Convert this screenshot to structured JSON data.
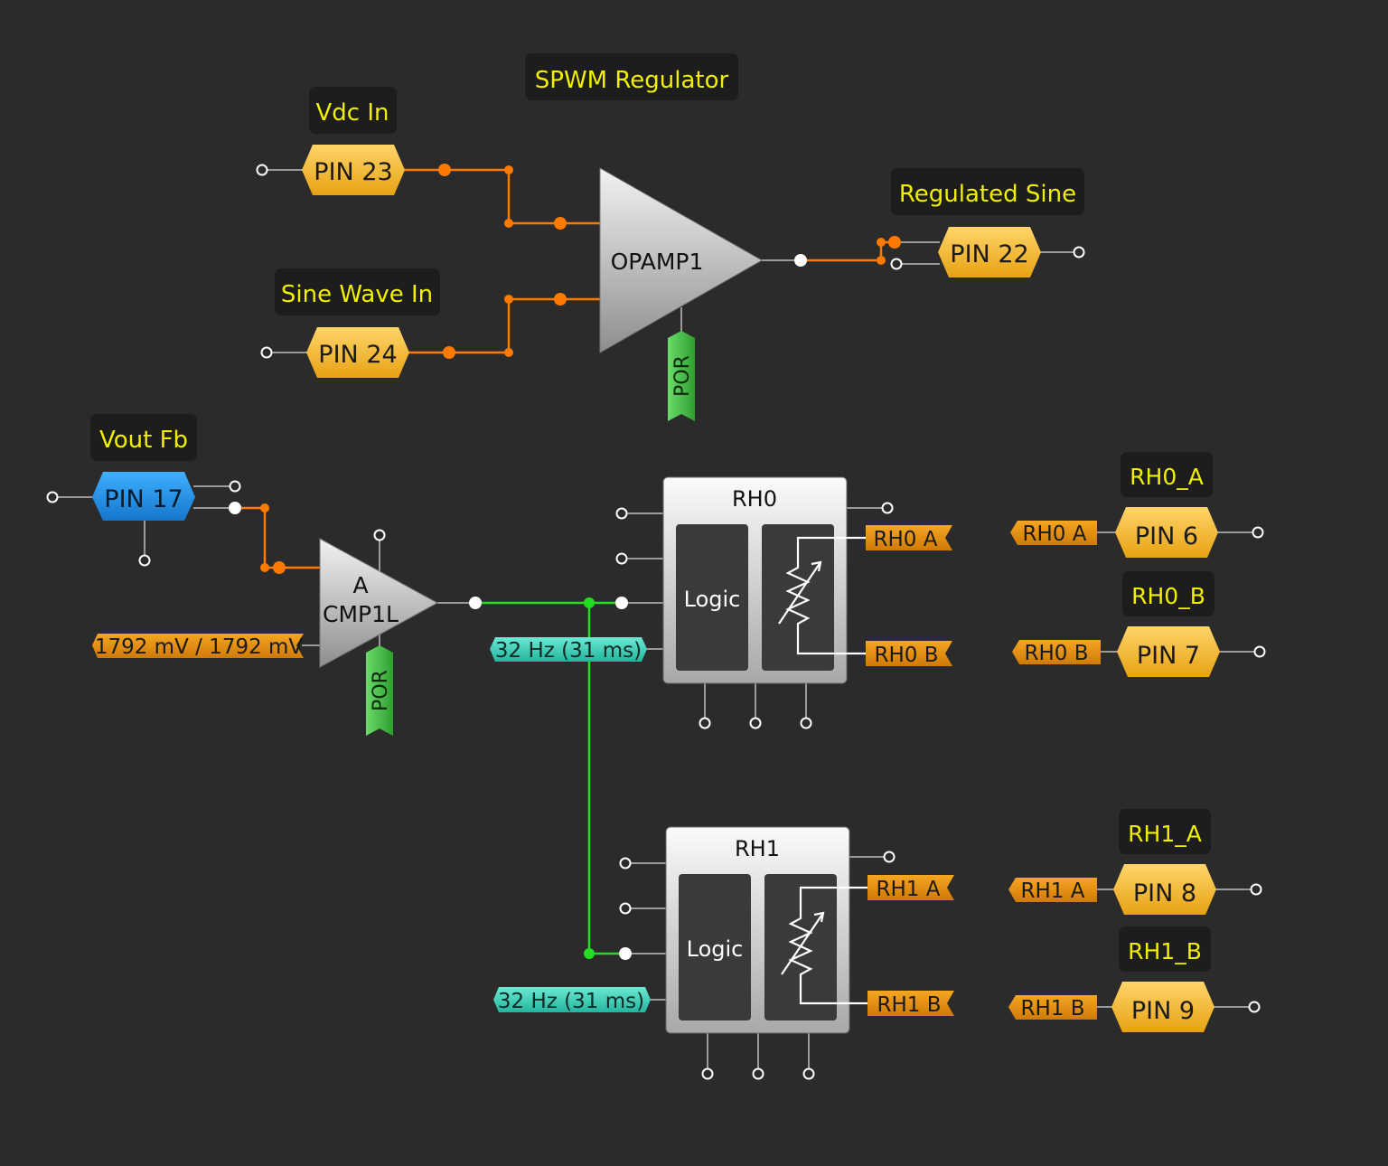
{
  "labels": {
    "spwm_regulator": "SPWM Regulator",
    "vdc_in": "Vdc In",
    "sine_wave_in": "Sine Wave In",
    "regulated_sine": "Regulated Sine",
    "vout_fb": "Vout Fb",
    "rh0_a_title": "RH0_A",
    "rh0_b_title": "RH0_B",
    "rh1_a_title": "RH1_A",
    "rh1_b_title": "RH1_B"
  },
  "pins": {
    "pin23": "PIN 23",
    "pin24": "PIN 24",
    "pin22": "PIN 22",
    "pin17": "PIN 17",
    "pin6": "PIN 6",
    "pin7": "PIN 7",
    "pin8": "PIN 8",
    "pin9": "PIN 9"
  },
  "blocks": {
    "opamp": "OPAMP1",
    "cmp_a": "A",
    "cmp_name": "CMP1L",
    "cmp_threshold": "1792 mV / 1792 mV",
    "por": "POR",
    "rh0": "RH0",
    "rh1": "RH1",
    "logic": "Logic",
    "clock": "32 Hz (31 ms)"
  },
  "ports": {
    "rh0_a": "RH0 A",
    "rh0_b": "RH0 B",
    "rh1_a": "RH1 A",
    "rh1_b": "RH1 B"
  },
  "colors": {
    "background": "#2b2b2b",
    "label_text": "#f0f000",
    "orange_wire": "#ff7a00",
    "green_wire": "#22dd22",
    "pin_gold": "#f0b020",
    "pin_blue": "#1e90e0",
    "port_orange": "#e08a10",
    "clock_teal": "#3fd0b8",
    "por_green": "#3fbf3f"
  }
}
